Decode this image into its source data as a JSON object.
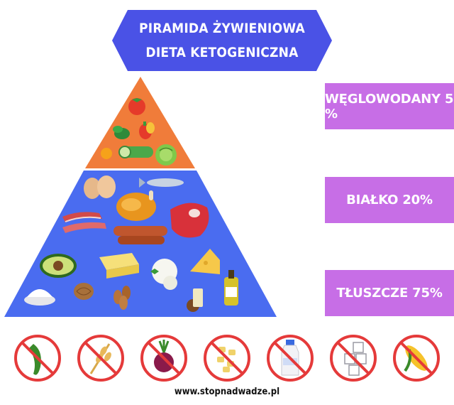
{
  "title": {
    "line1": "PIRAMIDA ŻYWIENIOWA",
    "line2": "DIETA KETOGENICZNA"
  },
  "macros": [
    {
      "label": "WĘGLOWODANY 5 %"
    },
    {
      "label": "BIAŁKO 20%"
    },
    {
      "label": "TŁUSZCZE 75%"
    }
  ],
  "colors": {
    "banner": "#4a52e6",
    "pyramid_top": "#f07c3a",
    "pyramid_bottom": "#4a6cf0",
    "macro_box": "#c76ee6",
    "forbidden_ring": "#e53a3a"
  },
  "forbidden_foods": [
    {
      "icon": "chili-pepper-icon"
    },
    {
      "icon": "wheat-icon"
    },
    {
      "icon": "beet-icon"
    },
    {
      "icon": "pasta-icon"
    },
    {
      "icon": "milk-bottle-icon"
    },
    {
      "icon": "sugar-cubes-icon"
    },
    {
      "icon": "corn-icon"
    }
  ],
  "footer": {
    "website": "www.stopnadwadze.pl"
  }
}
